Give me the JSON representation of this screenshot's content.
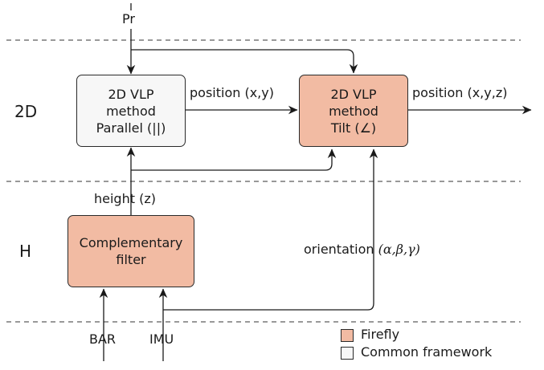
{
  "colors": {
    "firefly": "#f2bba3",
    "common": "#f7f7f7",
    "line": "#1a1a1a"
  },
  "rows": {
    "top": "2D",
    "bottom": "H"
  },
  "inputs": {
    "pr": "Pr",
    "bar": "BAR",
    "imu": "IMU"
  },
  "boxes": {
    "parallel": {
      "line1": "2D VLP",
      "line2": "method",
      "line3": "Parallel (||)"
    },
    "tilt": {
      "line1": "2D VLP",
      "line2": "method",
      "line3": "Tilt (∠)"
    },
    "complementary": {
      "line1": "Complementary",
      "line2": "filter"
    }
  },
  "edges": {
    "position_xy": "position (x,y)",
    "position_xyz": "position (x,y,z)",
    "height": "height (z)",
    "orientation": "orientation",
    "orientation_symbols": "(α,β,γ)"
  },
  "legend": {
    "firefly": "Firefly",
    "common": "Common framework"
  }
}
